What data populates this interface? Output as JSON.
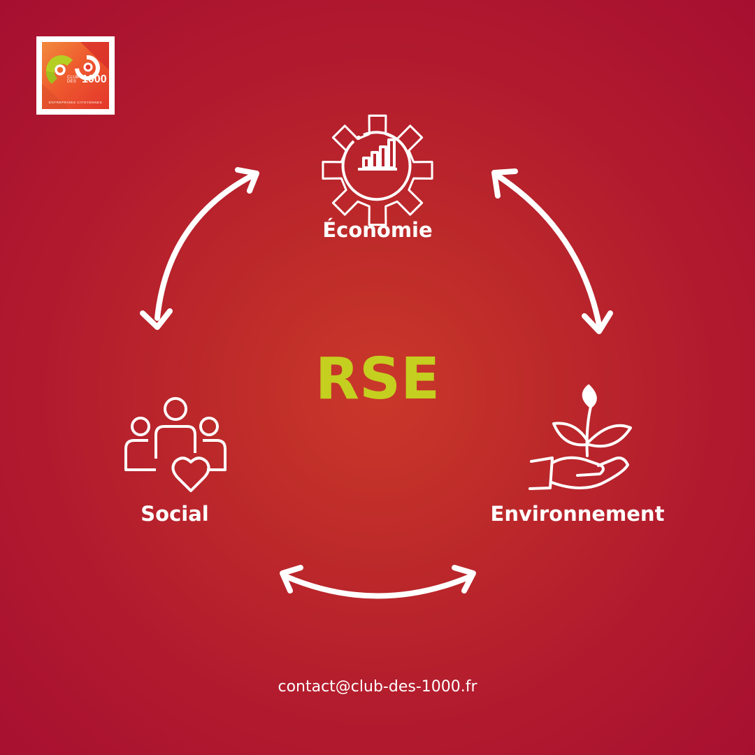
{
  "logo": {
    "line1": "CLUB",
    "line2": "DES",
    "number": "1000",
    "subtitle": "ENTREPRISES CITOYENNES"
  },
  "center_title": "RSE",
  "nodes": {
    "economy": {
      "label": "Économie",
      "icon": "gear-chart-icon"
    },
    "environment": {
      "label": "Environnement",
      "icon": "hand-plant-icon"
    },
    "social": {
      "label": "Social",
      "icon": "people-heart-icon"
    }
  },
  "contact": "contact@club-des-1000.fr",
  "colors": {
    "background": "#b7202e",
    "accent": "#c4cf1f",
    "text": "#ffffff"
  }
}
